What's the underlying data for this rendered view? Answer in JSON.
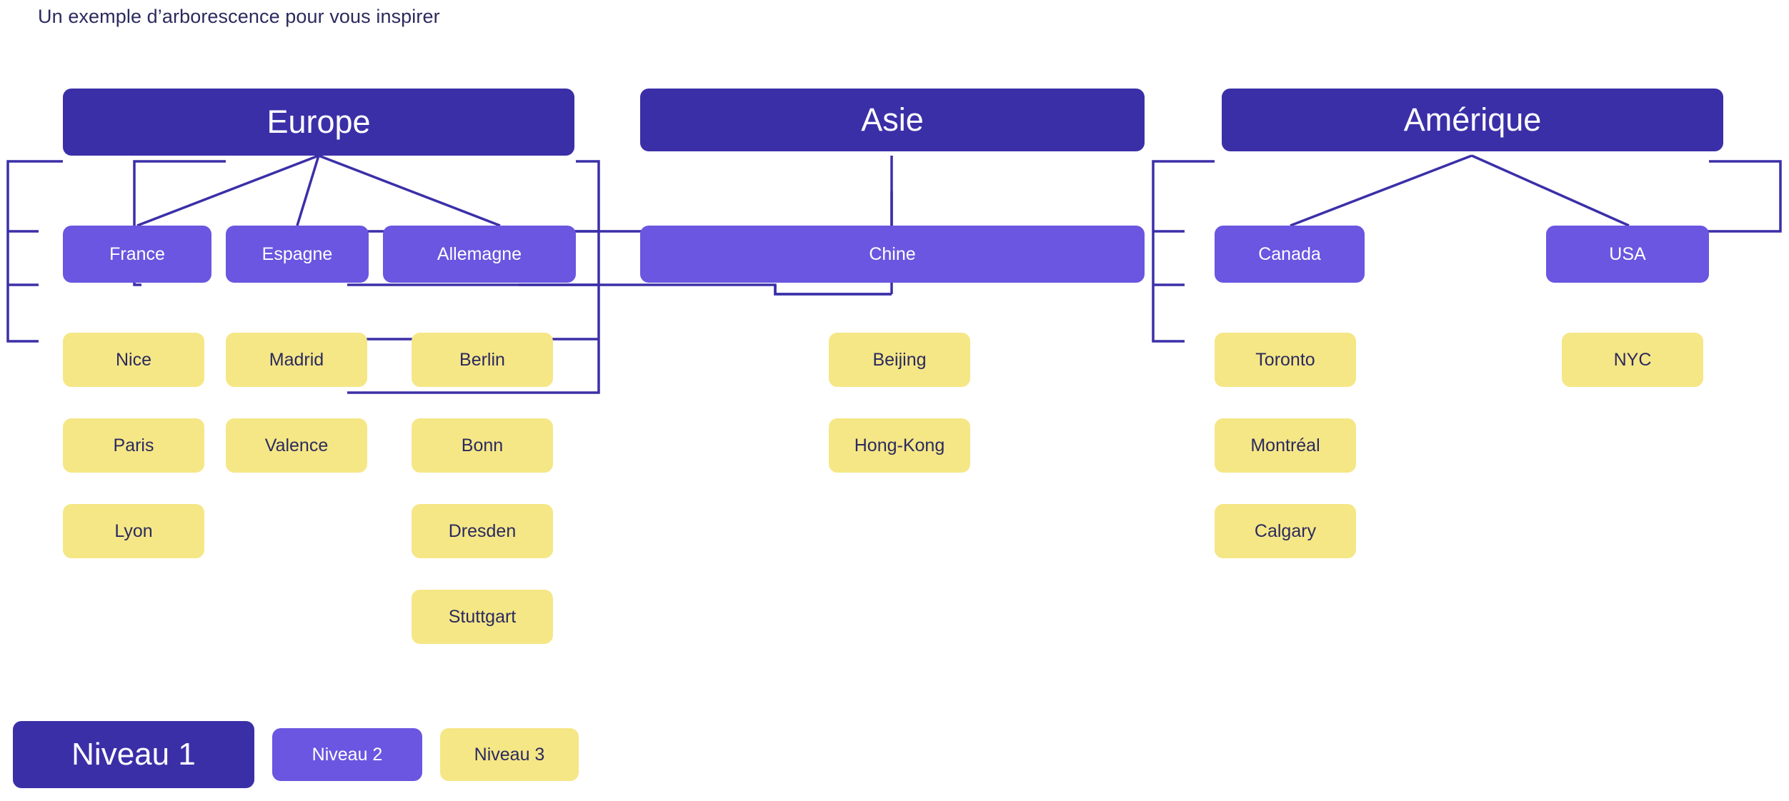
{
  "page": {
    "title": "Un exemple d’arborescence pour vous inspirer",
    "background": "#FFFFFF",
    "text_color": "#2B2A5E"
  },
  "colors": {
    "level1": "#3B2FA8",
    "level2": "#6A56E0",
    "level3": "#F5E786",
    "connector": "#3B2FA8",
    "level1_text": "#FFFFFF",
    "level2_text": "#FFFFFF",
    "level3_text": "#2B2A5E"
  },
  "tree": {
    "europe": {
      "root": "Europe",
      "france": {
        "label": "France",
        "children": [
          "Nice",
          "Paris",
          "Lyon"
        ]
      },
      "espagne": {
        "label": "Espagne",
        "children": [
          "Madrid",
          "Valence"
        ]
      },
      "allemagne": {
        "label": "Allemagne",
        "children": [
          "Berlin",
          "Bonn",
          "Dresden",
          "Stuttgart"
        ]
      }
    },
    "asie": {
      "root": "Asie",
      "chine": {
        "label": "Chine",
        "children": [
          "Beijing",
          "Hong-Kong"
        ]
      }
    },
    "amerique": {
      "root": "Amérique",
      "canada": {
        "label": "Canada",
        "children": [
          "Toronto",
          "Montréal",
          "Calgary"
        ]
      },
      "usa": {
        "label": "USA",
        "children": [
          "NYC"
        ]
      }
    }
  },
  "legend": {
    "level1": "Niveau 1",
    "level2": "Niveau 2",
    "level3": "Niveau 3"
  }
}
